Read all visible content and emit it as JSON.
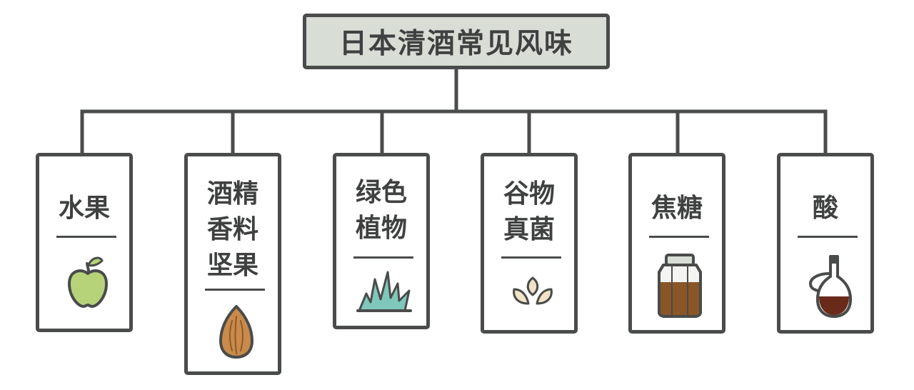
{
  "diagram": {
    "root": {
      "title": "日本清酒常见风味"
    },
    "categories": [
      {
        "lines": [
          "水果"
        ],
        "icon": "apple-icon"
      },
      {
        "lines": [
          "酒精",
          "香料",
          "坚果"
        ],
        "icon": "almond-icon"
      },
      {
        "lines": [
          "绿色",
          "植物"
        ],
        "icon": "grass-icon"
      },
      {
        "lines": [
          "谷物",
          "真菌"
        ],
        "icon": "grain-icon"
      },
      {
        "lines": [
          "焦糖"
        ],
        "icon": "honey-jar-icon"
      },
      {
        "lines": [
          "酸"
        ],
        "icon": "vinegar-bottle-icon"
      }
    ],
    "colors": {
      "line": "#4a4b4b",
      "root_fill": "#d8ddd5",
      "text": "#3f4040",
      "apple": "#b6d37a",
      "almond": "#c98a4b",
      "grass": "#7fc8b9",
      "grain": "#f1e3c6",
      "jar": "#8a5627",
      "vinegar": "#6a2a1a"
    }
  }
}
